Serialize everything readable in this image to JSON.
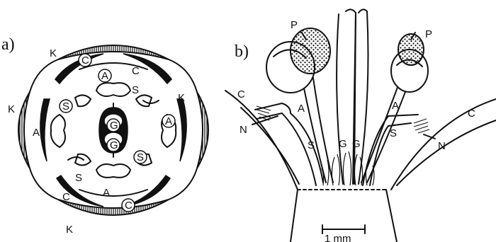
{
  "panels": {
    "a": {
      "label": "a)",
      "marks": {
        "calyx": "K",
        "corolla": "C",
        "stamen": "A",
        "staminode": "S",
        "gynoecium": "G"
      }
    },
    "b": {
      "label": "b)",
      "marks": {
        "pollinium": "P",
        "corolla": "C",
        "stamen": "A",
        "staminode": "S",
        "style": "G",
        "nectary": "N"
      }
    }
  },
  "scale_bar": {
    "label": "1 mm"
  }
}
